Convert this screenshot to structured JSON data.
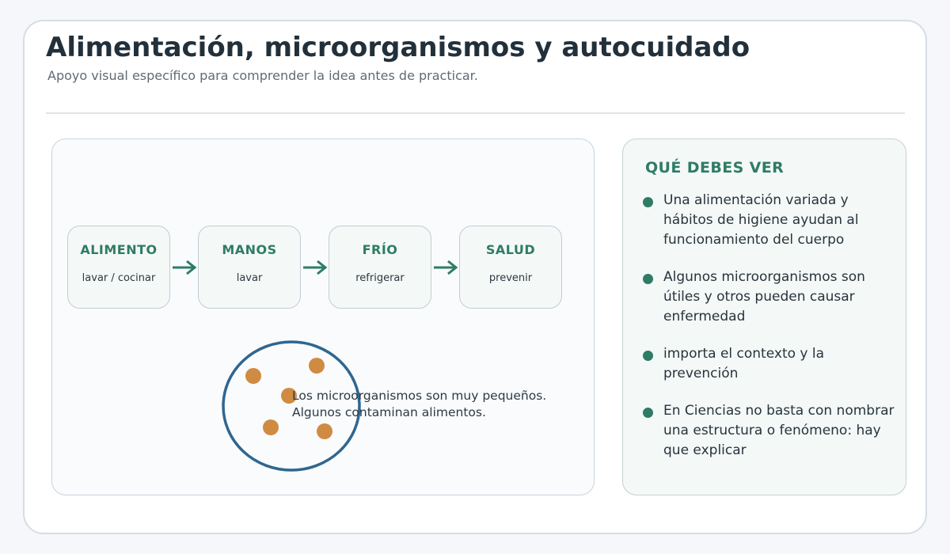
{
  "header": {
    "title": "Alimentación, microorganismos y autocuidado",
    "subtitle": "Apoyo visual específico para comprender la idea antes de practicar."
  },
  "steps": [
    {
      "name": "ALIMENTO",
      "action": "lavar / cocinar"
    },
    {
      "name": "MANOS",
      "action": "lavar"
    },
    {
      "name": "FRÍO",
      "action": "refrigerar"
    },
    {
      "name": "SALUD",
      "action": "prevenir"
    }
  ],
  "microbes": {
    "caption_line1": "Los microorganismos son muy pequeños.",
    "caption_line2": "Algunos contaminan alimentos."
  },
  "side": {
    "heading": "QUÉ DEBES VER",
    "points": [
      "Una alimentación variada y hábitos de higiene ayudan al funcionamiento del cuerpo",
      "Algunos microorganismos son útiles y otros pueden causar enfermedad",
      "importa el contexto y la prevención",
      "En Ciencias no basta con nombrar una estructura o fenómeno: hay que explicar"
    ]
  },
  "colors": {
    "accent_green": "#2e7c66",
    "circle_blue": "#2f6690",
    "microbe_orange": "#d08b42"
  }
}
